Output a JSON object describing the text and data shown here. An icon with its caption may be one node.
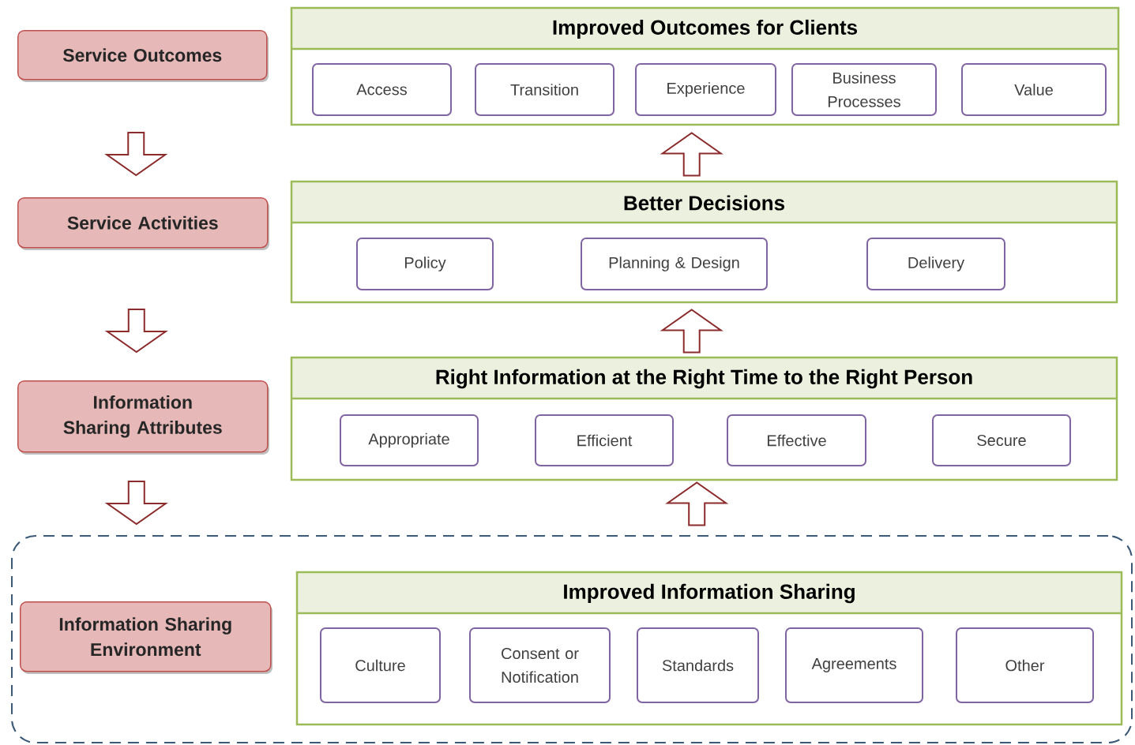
{
  "diagram": {
    "nodes": [
      {
        "text": [
          "Service Outcomes"
        ]
      },
      {
        "text": [
          "Improved Outcomes for Clients"
        ]
      },
      {
        "text": [
          "Access"
        ],
        "in": 1
      },
      {
        "text": [
          "Transition"
        ],
        "in": 1
      },
      {
        "text": [
          "Experience"
        ],
        "in": 1
      },
      {
        "text": [
          "Business Processes"
        ],
        "in": 1
      },
      {
        "text": [
          "Value"
        ],
        "in": 1
      },
      {
        "text": [
          "Service Activities"
        ]
      },
      {
        "text": [
          "Better Decisions"
        ]
      },
      {
        "text": [
          "Policy"
        ],
        "in": 8
      },
      {
        "text": [
          "Planning & Design"
        ],
        "in": 8
      },
      {
        "text": [
          "Delivery"
        ],
        "in": 8
      },
      {
        "text": [
          "Information Sharing Attributes"
        ]
      },
      {
        "text": [
          "Right Information at the Right Time to the Right Person"
        ]
      },
      {
        "text": [
          "Appropriate"
        ],
        "in": 13
      },
      {
        "text": [
          "Efficient"
        ],
        "in": 13
      },
      {
        "text": [
          "Effective"
        ],
        "in": 13
      },
      {
        "text": [
          "Secure"
        ],
        "in": 13
      },
      {
        "text": [],
        "shape": "box"
      },
      {
        "text": [
          "Information Sharing Environment"
        ],
        "in": 18
      },
      {
        "text": [
          "Improved Information Sharing"
        ],
        "in": 18
      },
      {
        "text": [
          "Culture"
        ],
        "in": 20
      },
      {
        "text": [
          "Consent or Notification"
        ],
        "in": 20
      },
      {
        "text": [
          "Standards"
        ],
        "in": 20
      },
      {
        "text": [
          "Agreements"
        ],
        "in": 20
      },
      {
        "text": [
          "Other"
        ],
        "in": 20
      }
    ],
    "edges": [
      {
        "from": 0,
        "to": 7,
        "arrow": "to"
      },
      {
        "from": 7,
        "to": 12,
        "arrow": "to"
      },
      {
        "from": 12,
        "to": 18,
        "arrow": "to"
      },
      {
        "from": 8,
        "to": 1,
        "arrow": "to"
      },
      {
        "from": 13,
        "to": 8,
        "arrow": "to"
      },
      {
        "from": 20,
        "to": 13,
        "arrow": "to"
      }
    ]
  }
}
